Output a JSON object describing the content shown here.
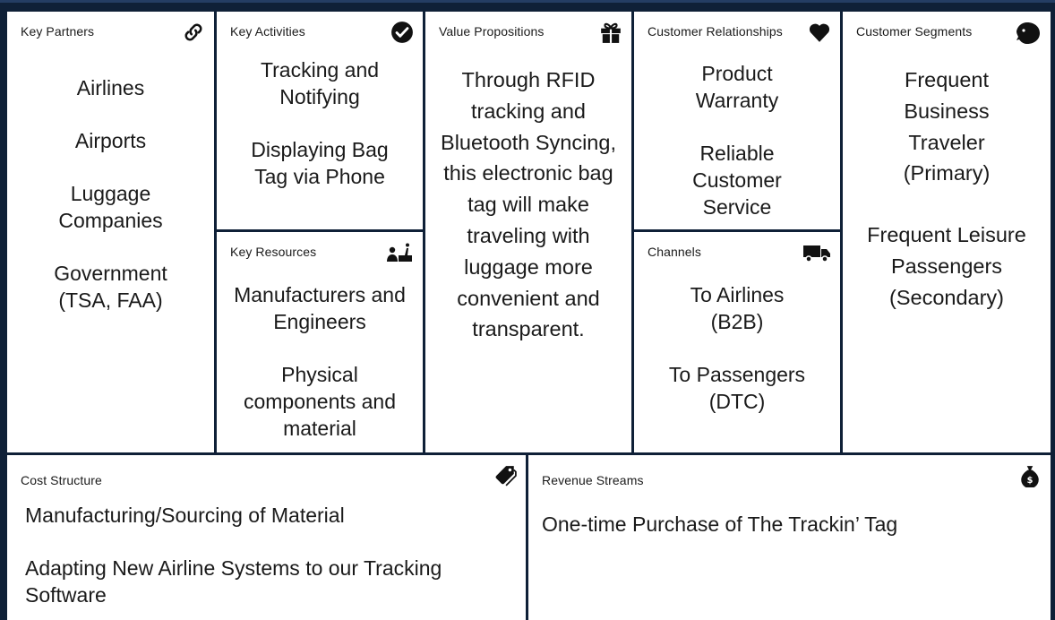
{
  "canvas": {
    "key_partners": {
      "title": "Key Partners",
      "icon": "link-icon",
      "items": [
        "Airlines",
        "Airports",
        "Luggage Companies",
        "Government (TSA, FAA)"
      ]
    },
    "key_activities": {
      "title": "Key Activities",
      "icon": "check-circle-icon",
      "items": [
        "Tracking and Notifying",
        "Displaying Bag Tag via Phone"
      ]
    },
    "key_resources": {
      "title": "Key Resources",
      "icon": "worker-icon",
      "items": [
        "Manufacturers and Engineers",
        "Physical components and material"
      ]
    },
    "value_propositions": {
      "title": "Value Propositions",
      "icon": "gift-icon",
      "text": "Through RFID tracking and Bluetooth Syncing, this electronic bag tag will make traveling with luggage more convenient and transparent."
    },
    "customer_relationships": {
      "title": "Customer Relationships",
      "icon": "heart-icon",
      "items": [
        "Product Warranty",
        "Reliable Customer Service"
      ]
    },
    "channels": {
      "title": "Channels",
      "icon": "truck-icon",
      "items": [
        "To Airlines (B2B)",
        "To Passengers (DTC)"
      ]
    },
    "customer_segments": {
      "title": "Customer Segments",
      "icon": "face-icon",
      "items": [
        "Frequent Business Traveler (Primary)",
        "Frequent Leisure Passengers (Secondary)"
      ]
    },
    "cost_structure": {
      "title": "Cost Structure",
      "icon": "tag-icon",
      "items": [
        "Manufacturing/Sourcing of Material",
        "Adapting New Airline Systems to our Tracking Software"
      ]
    },
    "revenue_streams": {
      "title": "Revenue Streams",
      "icon": "money-bag-icon",
      "items": [
        "One-time Purchase of The Trackin’ Tag"
      ]
    }
  }
}
